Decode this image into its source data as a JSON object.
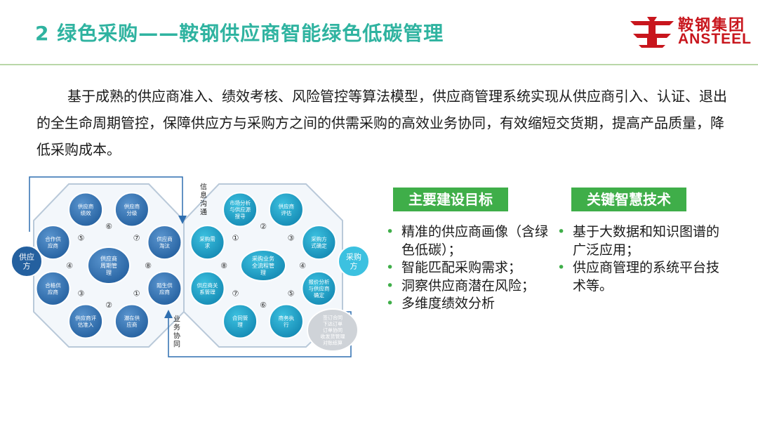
{
  "title": "2 绿色采购——鞍钢供应商智能绿色低碳管理",
  "logo": {
    "cn": "鞍钢集团",
    "en": "ANSTEEL",
    "color": "#c8161d"
  },
  "colors": {
    "title": "#2fb3a0",
    "accent_green": "#3fae49",
    "node_dark": "#2f6fb0",
    "node_teal": "#1aa0c8"
  },
  "intro_text": "基于成熟的供应商准入、绩效考核、风险管控等算法模型，供应商管理系统实现从供应商引入、认证、退出的全生命周期管控，保障供应方与采购方之间的供需采购的高效业务协同，有效缩短交货期，提高产品质量，降低采购成本。",
  "diagram": {
    "supplier_label": "供应方",
    "buyer_label": "采购方",
    "info_flow_label": "信息沟通",
    "business_flow_label": "业务协同",
    "left_center": "供应商周期管理",
    "left_nodes": [
      {
        "label": "供应商绩效",
        "num": "⑥"
      },
      {
        "label": "供应商分级",
        "num": "⑦"
      },
      {
        "label": "供应商淘汰",
        "num": "⑧"
      },
      {
        "label": "陌生供应商",
        "num": "①"
      },
      {
        "label": "潜在供应商",
        "num": "②"
      },
      {
        "label": "供应商评估准入",
        "num": "③"
      },
      {
        "label": "合格供应商",
        "num": "④"
      },
      {
        "label": "合作供应商",
        "num": "⑤"
      }
    ],
    "right_center": "采购业务全流程管理",
    "right_nodes": [
      {
        "label": "市场分析与供应源搜寻",
        "num": "②"
      },
      {
        "label": "供应商评估",
        "num": "③"
      },
      {
        "label": "采购方式确定",
        "num": "④"
      },
      {
        "label": "报价分析与供应商确定",
        "num": "⑤"
      },
      {
        "label": "商务执行",
        "num": "⑥"
      },
      {
        "label": "合同管理",
        "num": "⑦"
      },
      {
        "label": "供应商关系管理",
        "num": "⑧"
      },
      {
        "label": "采购需求",
        "num": "①"
      }
    ],
    "bubble_lines": [
      "签订合同",
      "下达订单",
      "订单协同",
      "收发货管理",
      "对账结算"
    ]
  },
  "tag_left": "主要建设目标",
  "tag_right": "关键智慧技术",
  "bullets_left": [
    "精准的供应商画像（含绿色低碳）；",
    "智能匹配采购需求；",
    "洞察供应商潜在风险；",
    "多维度绩效分析"
  ],
  "bullets_right": [
    "基于大数据和知识图谱的广泛应用；",
    "供应商管理的系统平台技术等。"
  ],
  "bullet_symbol": "•"
}
